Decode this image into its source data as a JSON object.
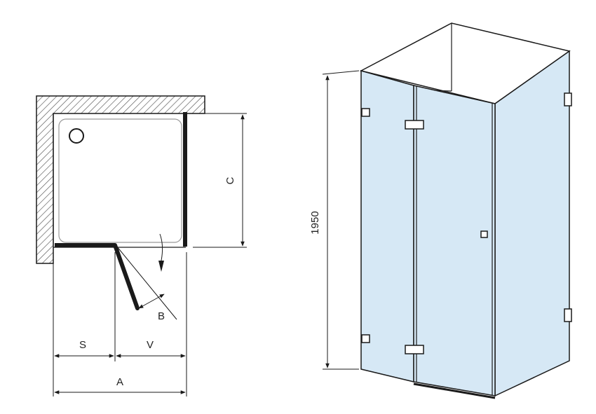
{
  "plan_view": {
    "labels": {
      "c": "C",
      "s": "S",
      "v": "V",
      "a": "A",
      "b": "B"
    }
  },
  "perspective_view": {
    "labels": {
      "height": "1950"
    }
  },
  "colors": {
    "glass": "#d6e8f5",
    "line": "#1a1a1a",
    "hatch": "#555555"
  }
}
